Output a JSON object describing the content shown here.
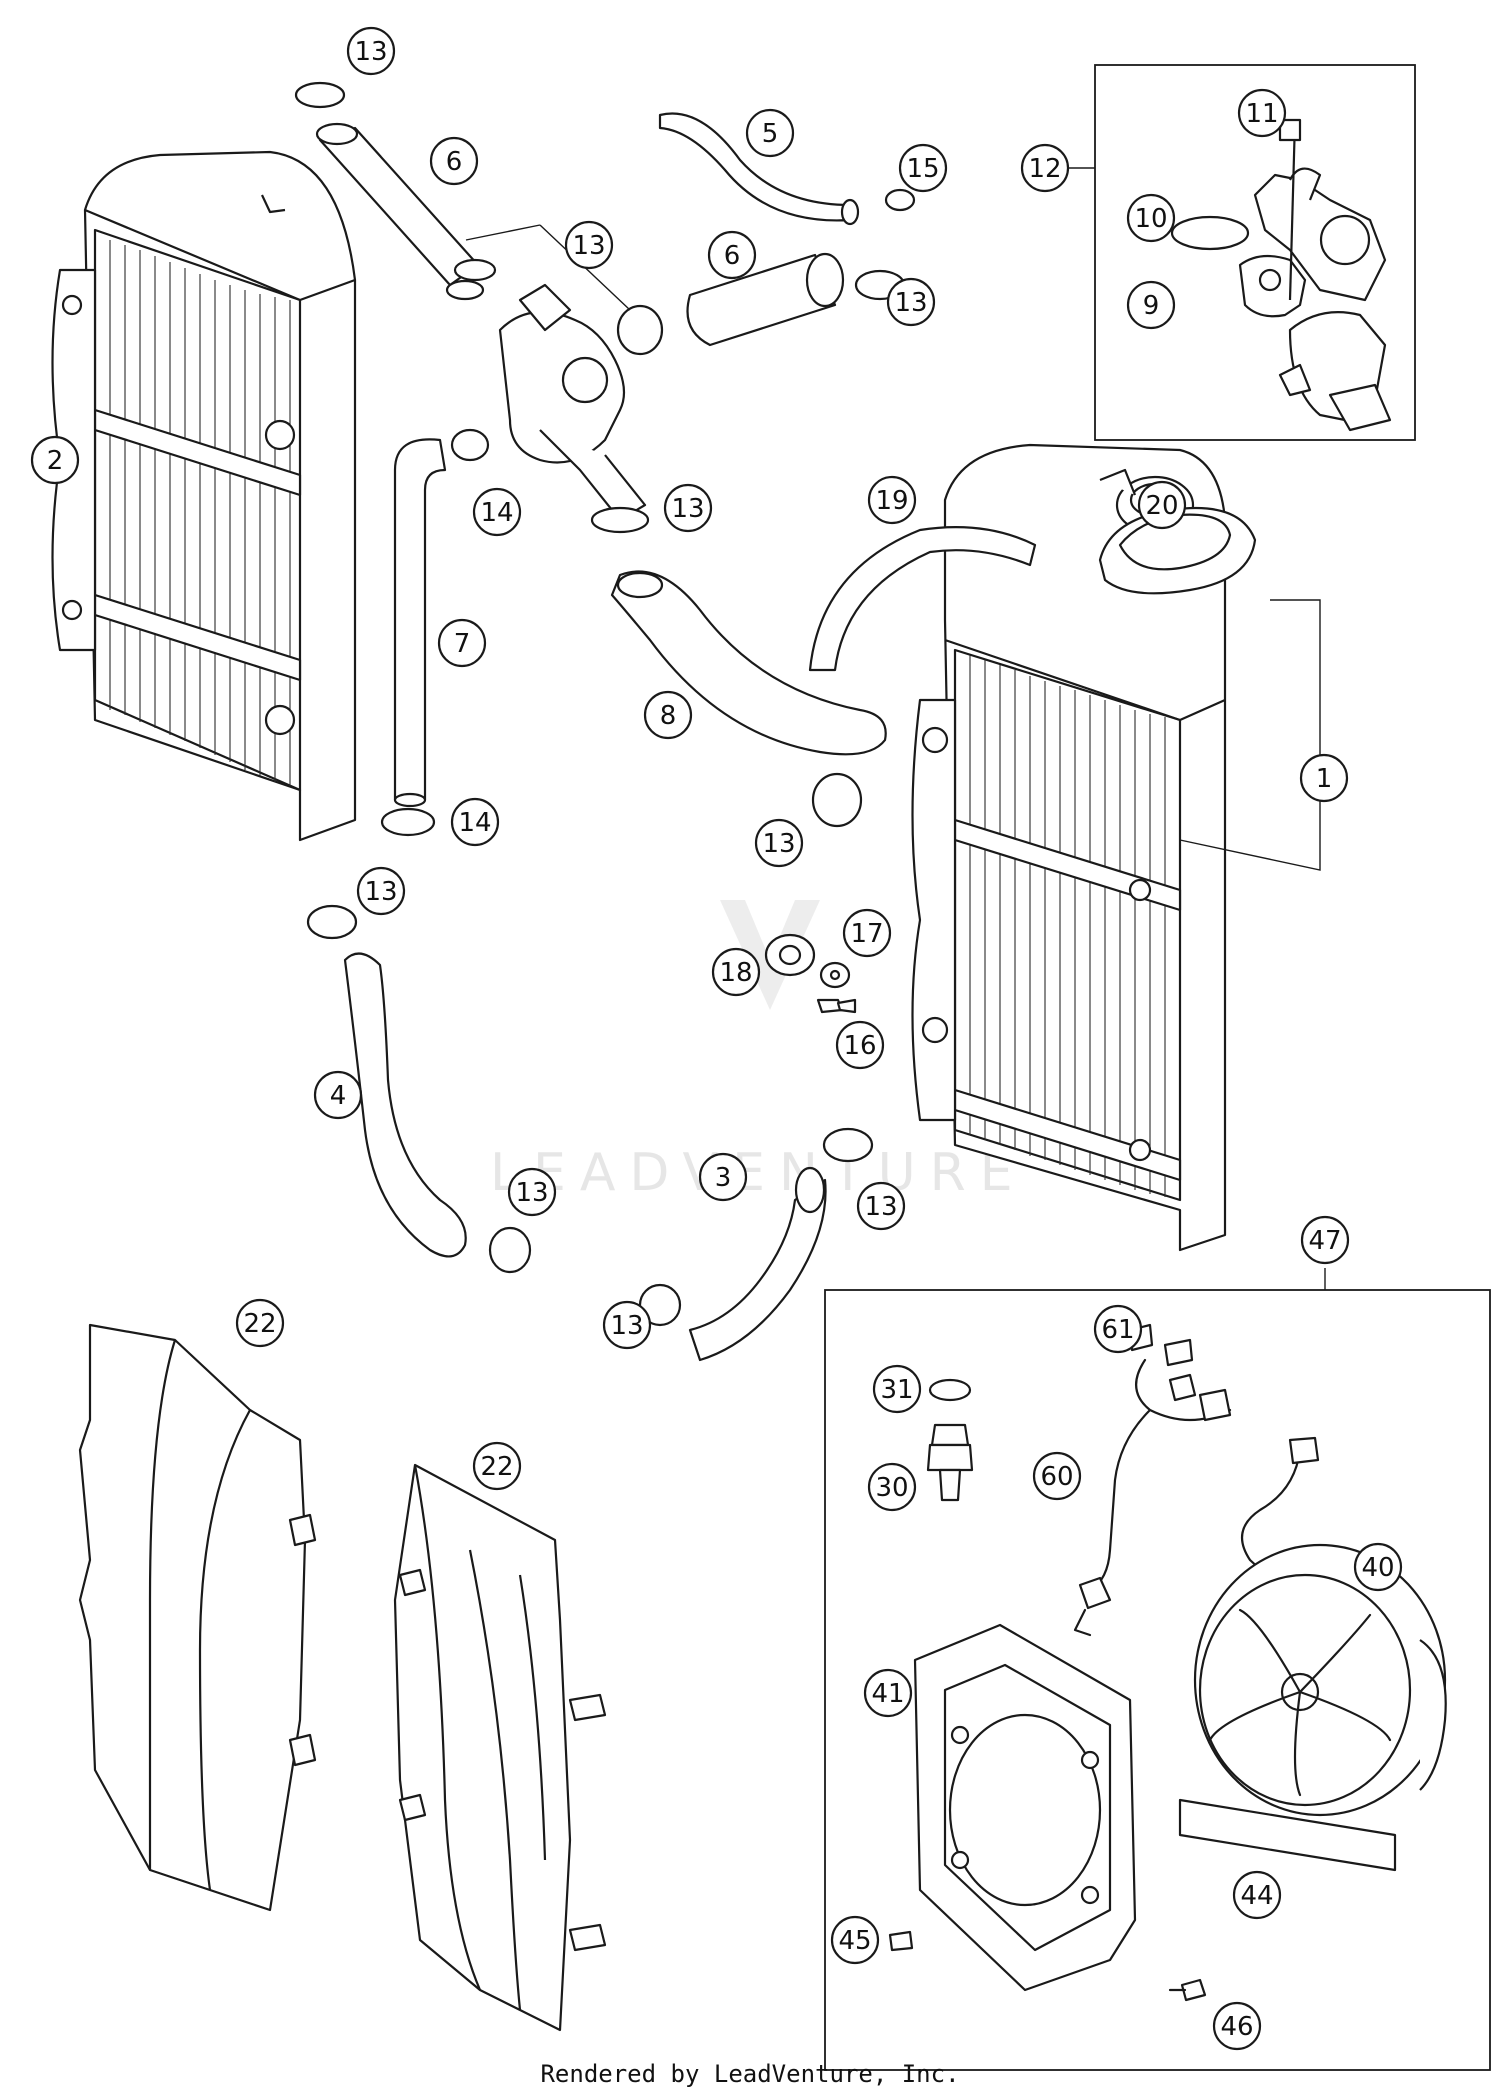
{
  "diagram": {
    "callouts": [
      {
        "id": "c1",
        "label": "1"
      },
      {
        "id": "c2",
        "label": "2"
      },
      {
        "id": "c3",
        "label": "3"
      },
      {
        "id": "c4",
        "label": "4"
      },
      {
        "id": "c5",
        "label": "5"
      },
      {
        "id": "c6a",
        "label": "6"
      },
      {
        "id": "c6b",
        "label": "6"
      },
      {
        "id": "c7",
        "label": "7"
      },
      {
        "id": "c8",
        "label": "8"
      },
      {
        "id": "c9",
        "label": "9"
      },
      {
        "id": "c10",
        "label": "10"
      },
      {
        "id": "c11",
        "label": "11"
      },
      {
        "id": "c12",
        "label": "12"
      },
      {
        "id": "c13a",
        "label": "13"
      },
      {
        "id": "c13b",
        "label": "13"
      },
      {
        "id": "c13c",
        "label": "13"
      },
      {
        "id": "c13d",
        "label": "13"
      },
      {
        "id": "c13e",
        "label": "13"
      },
      {
        "id": "c13f",
        "label": "13"
      },
      {
        "id": "c13g",
        "label": "13"
      },
      {
        "id": "c13h",
        "label": "13"
      },
      {
        "id": "c13i",
        "label": "13"
      },
      {
        "id": "c13j",
        "label": "13"
      },
      {
        "id": "c14a",
        "label": "14"
      },
      {
        "id": "c14b",
        "label": "14"
      },
      {
        "id": "c15",
        "label": "15"
      },
      {
        "id": "c16",
        "label": "16"
      },
      {
        "id": "c17",
        "label": "17"
      },
      {
        "id": "c18",
        "label": "18"
      },
      {
        "id": "c19",
        "label": "19"
      },
      {
        "id": "c20",
        "label": "20"
      },
      {
        "id": "c22a",
        "label": "22"
      },
      {
        "id": "c22b",
        "label": "22"
      },
      {
        "id": "c30",
        "label": "30"
      },
      {
        "id": "c31",
        "label": "31"
      },
      {
        "id": "c40",
        "label": "40"
      },
      {
        "id": "c41",
        "label": "41"
      },
      {
        "id": "c44",
        "label": "44"
      },
      {
        "id": "c45",
        "label": "45"
      },
      {
        "id": "c46",
        "label": "46"
      },
      {
        "id": "c47",
        "label": "47"
      },
      {
        "id": "c60",
        "label": "60"
      },
      {
        "id": "c61",
        "label": "61"
      }
    ],
    "watermark": "LEADVENTURE",
    "footer": "Rendered by LeadVenture, Inc."
  }
}
